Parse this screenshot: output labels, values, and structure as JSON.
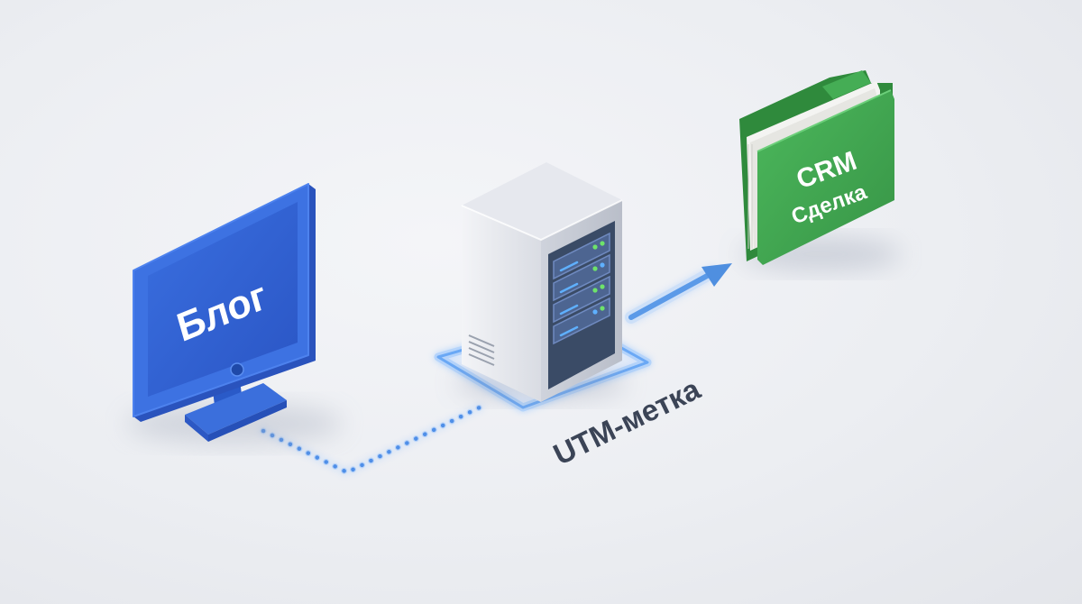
{
  "nodes": {
    "blog": {
      "label": "Блог",
      "icon": "monitor-icon",
      "color": "#2f62d6"
    },
    "server": {
      "icon": "server-icon",
      "color": "#e9ebef"
    },
    "crm": {
      "line1": "CRM",
      "line2": "Сделка",
      "icon": "folder-icon",
      "color": "#42a852"
    }
  },
  "connector": {
    "label": "UTM-метка",
    "glow_color": "#7fb6ff"
  }
}
